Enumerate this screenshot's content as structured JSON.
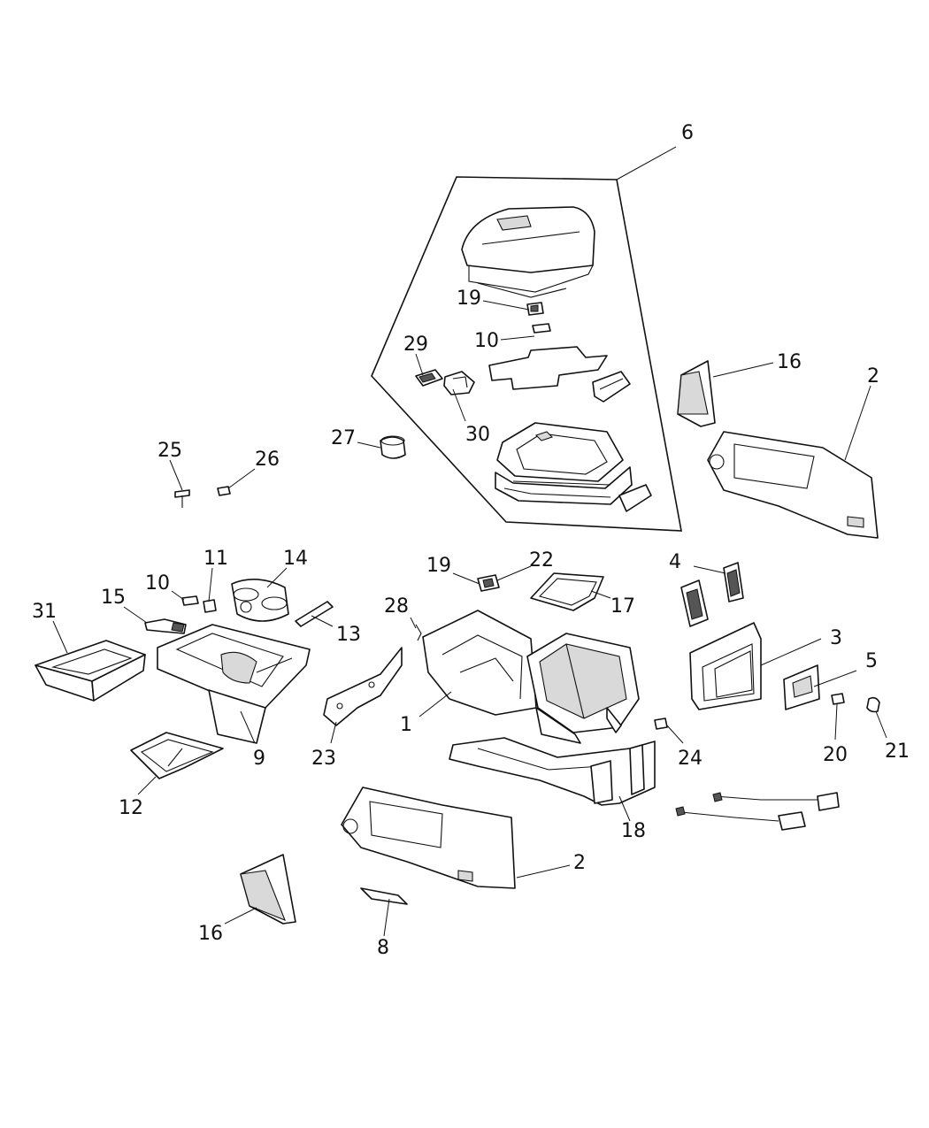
{
  "callouts": {
    "c1": "1",
    "c2a": "2",
    "c2b": "2",
    "c3": "3",
    "c4": "4",
    "c5": "5",
    "c6": "6",
    "c8": "8",
    "c9": "9",
    "c10a": "10",
    "c10b": "10",
    "c11": "11",
    "c12": "12",
    "c13": "13",
    "c14": "14",
    "c15": "15",
    "c16a": "16",
    "c16b": "16",
    "c17": "17",
    "c18": "18",
    "c19a": "19",
    "c19b": "19",
    "c20": "20",
    "c21": "21",
    "c22": "22",
    "c23": "23",
    "c24": "24",
    "c25": "25",
    "c26": "26",
    "c27": "27",
    "c28": "28",
    "c29": "29",
    "c30": "30",
    "c31": "31"
  }
}
